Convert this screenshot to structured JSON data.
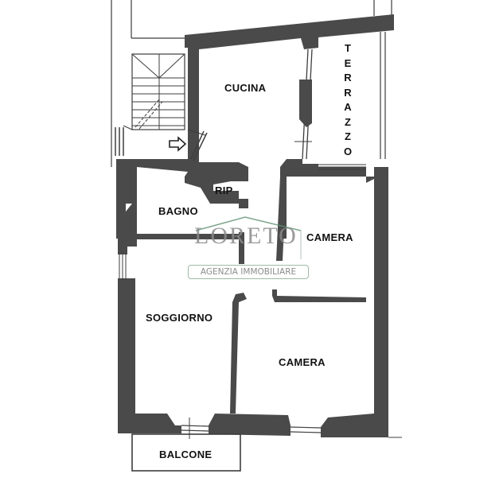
{
  "plan": {
    "rooms": {
      "cucina": "CUCINA",
      "rip": "RIP",
      "bagno": "BAGNO",
      "camera_1": "CAMERA",
      "soggiorno": "SOGGIORNO",
      "camera_2": "CAMERA",
      "balcone": "BALCONE"
    },
    "terrazzo_letters": [
      "T",
      "E",
      "R",
      "R",
      "A",
      "Z",
      "Z",
      "O"
    ],
    "entrance_icon": "arrow-right-icon"
  },
  "watermark": {
    "brand": "LORETO",
    "tagline": "AGENZIA IMMOBILIARE",
    "roof_color": "#5f8f6f",
    "text_color": "#8a8a8a"
  },
  "colors": {
    "wall": "#4a4a4a",
    "background": "#ffffff"
  }
}
